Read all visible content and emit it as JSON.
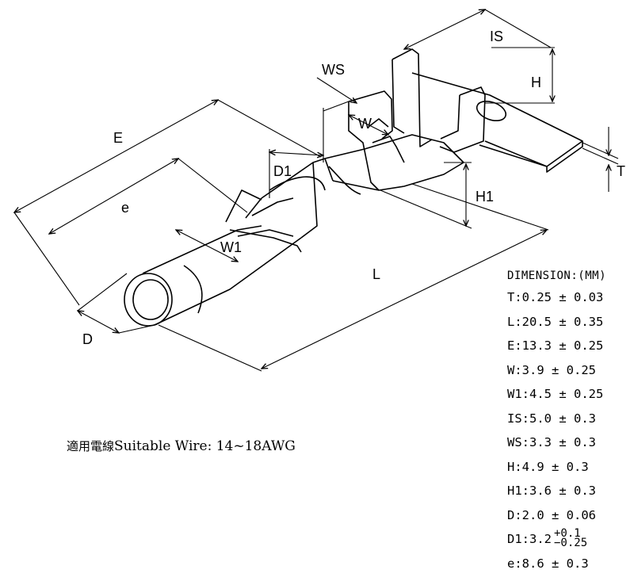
{
  "diagram_labels": {
    "E": "E",
    "e": "e",
    "D": "D",
    "D1": "D1",
    "W1": "W1",
    "WS": "WS",
    "W": "W",
    "IS": "IS",
    "H": "H",
    "H1": "H1",
    "L": "L",
    "T": "T"
  },
  "dimensions": {
    "title": "DIMENSION:(MM)",
    "rows": [
      {
        "label": "T:",
        "value": "0.25 ± 0.03"
      },
      {
        "label": "L:",
        "value": "20.5 ± 0.35"
      },
      {
        "label": "E:",
        "value": "13.3 ± 0.25"
      },
      {
        "label": "W:",
        "value": "3.9 ± 0.25"
      },
      {
        "label": "W1:",
        "value": "4.5 ± 0.25"
      },
      {
        "label": "IS:",
        "value": "5.0 ± 0.3"
      },
      {
        "label": "WS:",
        "value": "3.3 ± 0.3"
      },
      {
        "label": "H:",
        "value": "4.9 ± 0.3"
      },
      {
        "label": "H1:",
        "value": "3.6 ± 0.3"
      },
      {
        "label": "D:",
        "value": "2.0 ± 0.06"
      },
      {
        "label": "D1:",
        "value": "3.2",
        "tol_plus": "+0.1",
        "tol_minus": "−0.25"
      },
      {
        "label": "e:",
        "value": "8.6 ± 0.3"
      }
    ]
  },
  "wire_spec": {
    "chinese": "適用電線",
    "english": "Suitable  Wire: 14~18AWG"
  }
}
